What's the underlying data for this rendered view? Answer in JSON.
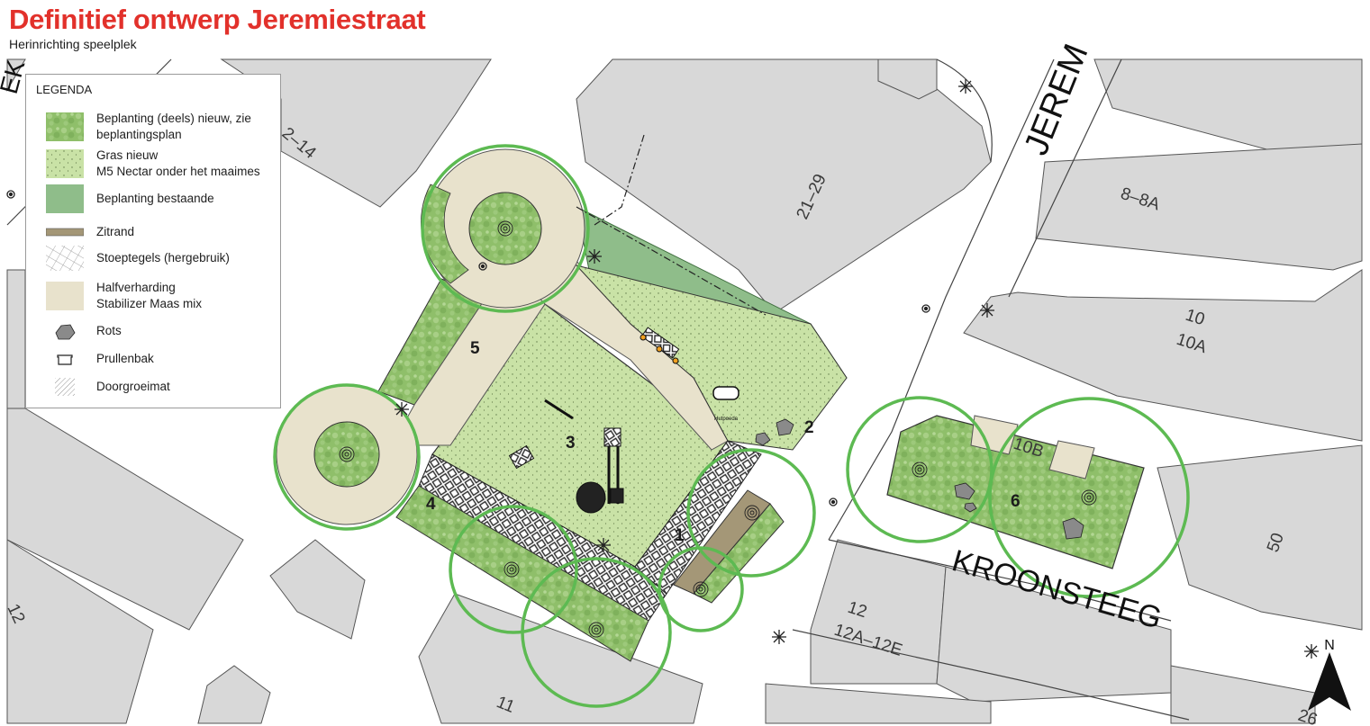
{
  "header": {
    "title": "Definitief ontwerp Jeremiestraat",
    "subtitle": "Herinrichting speelplek"
  },
  "legend": {
    "title": "LEGENDA",
    "items": [
      {
        "icon": "planting-new-swatch",
        "color": "#8fbf6a",
        "lines": [
          "Beplanting (deels) nieuw, zie",
          "beplantingsplan"
        ]
      },
      {
        "icon": "grass-new-swatch",
        "color": "#c9e2a6",
        "lines": [
          "Gras nieuw",
          "M5 Nectar onder het maaimes"
        ]
      },
      {
        "icon": "planting-existing-swatch",
        "color": "#8fbd8a",
        "lines": [
          "Beplanting bestaande"
        ]
      },
      {
        "icon": "seating-edge-swatch",
        "color": "#a49777",
        "lines": [
          "Zitrand"
        ]
      },
      {
        "icon": "paving-tiles-swatch",
        "color": "#ffffff",
        "lines": [
          "Stoeptegels (hergebruik)"
        ]
      },
      {
        "icon": "semi-paving-swatch",
        "color": "#e8e2cc",
        "lines": [
          "Halfverharding",
          "Stabilizer Maas mix"
        ]
      },
      {
        "icon": "rock-icon",
        "color": "#8a8a8a",
        "lines": [
          "Rots"
        ]
      },
      {
        "icon": "bin-icon",
        "color": "#333333",
        "lines": [
          "Prullenbak"
        ]
      },
      {
        "icon": "grow-mat-swatch",
        "color": "#cccccc",
        "lines": [
          "Doorgroeimat"
        ]
      }
    ]
  },
  "streets": {
    "jeremiestraat": "JEREM",
    "kroonsteeg": "KROONSTEEG",
    "left_edge": "EK"
  },
  "house_numbers": {
    "n2_14": "2–14",
    "n21_29": "21–29",
    "n8_8a": "8–8A",
    "n10": "10",
    "n10a": "10A",
    "n10b": "10B",
    "n50": "50",
    "n12": "12",
    "n12a": "12A–12E",
    "n11": "11",
    "n12_left": "12",
    "n26": "26"
  },
  "zones": [
    "1",
    "2",
    "3",
    "4",
    "5",
    "6"
  ],
  "playground_sign": "Hutpoeda",
  "north_label": "N",
  "colors": {
    "title_red": "#e2312b",
    "building": "#d8d8d8",
    "planting": "#8fbf6a",
    "grass": "#c9e2a6",
    "existing_planting": "#8fbd8a",
    "semi_paving": "#e8e2cc",
    "tree_circle": "#5dba52"
  }
}
